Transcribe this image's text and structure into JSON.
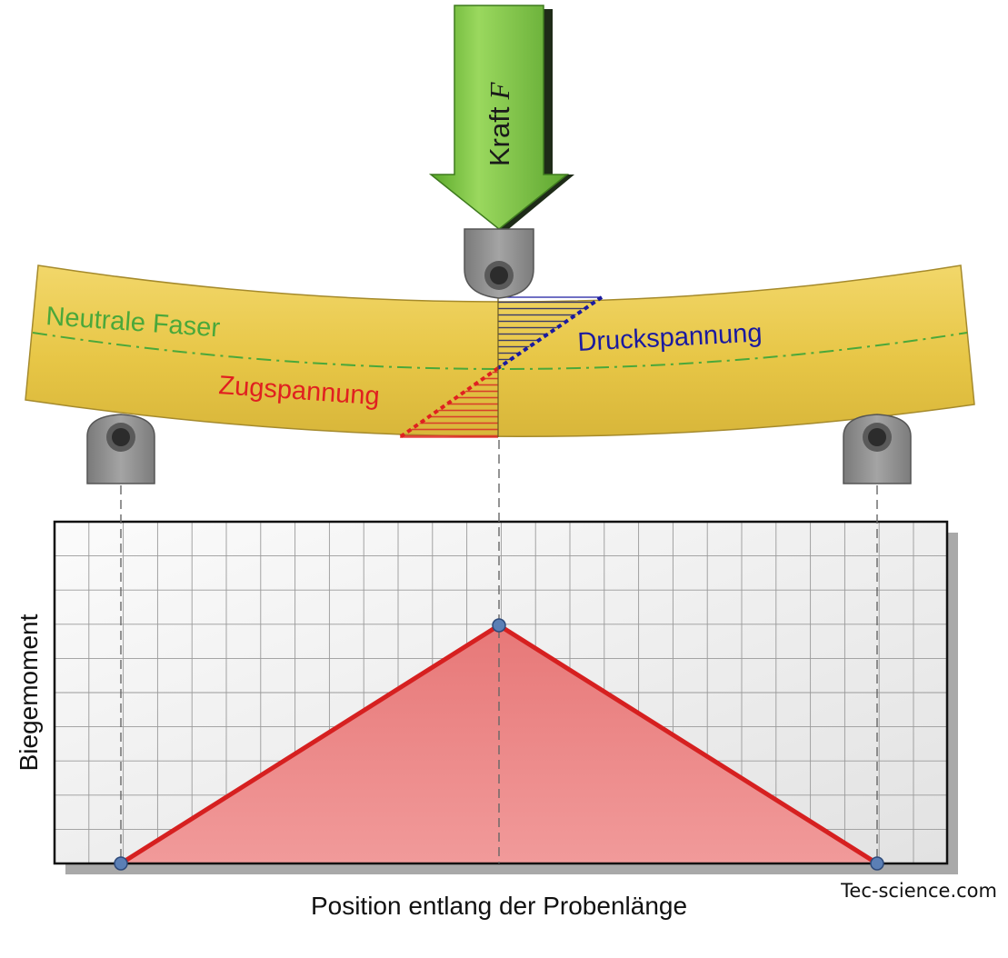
{
  "labels": {
    "force": "Kraft",
    "force_symbol": "F",
    "neutral_fiber": "Neutrale Faser",
    "compression": "Druckspannung",
    "tension": "Zugspannung",
    "y_axis": "Biegemoment",
    "x_axis": "Position entlang der Probenlänge",
    "credit": "Tec-science.com"
  },
  "colors": {
    "beam_fill": "#e8c84a",
    "arrow_fill": "#7ac23e",
    "support_fill": "#8f8f8f",
    "neutral_fiber": "#4aa83a",
    "tension": "#e02020",
    "compression": "#1a1aa0",
    "moment_line": "#d62020",
    "moment_fill": "#ec8888",
    "marker": "#5b7fb5"
  },
  "icons": {
    "force": "arrow-down-icon",
    "support": "roller-support-icon",
    "load_point": "loading-pin-icon"
  },
  "chart_data": {
    "type": "line",
    "ylabel": "Biegemoment",
    "xlabel": "Position entlang der Probenlänge",
    "grid": true,
    "x": [
      0,
      0.5,
      1
    ],
    "values": [
      0,
      1,
      0
    ]
  }
}
